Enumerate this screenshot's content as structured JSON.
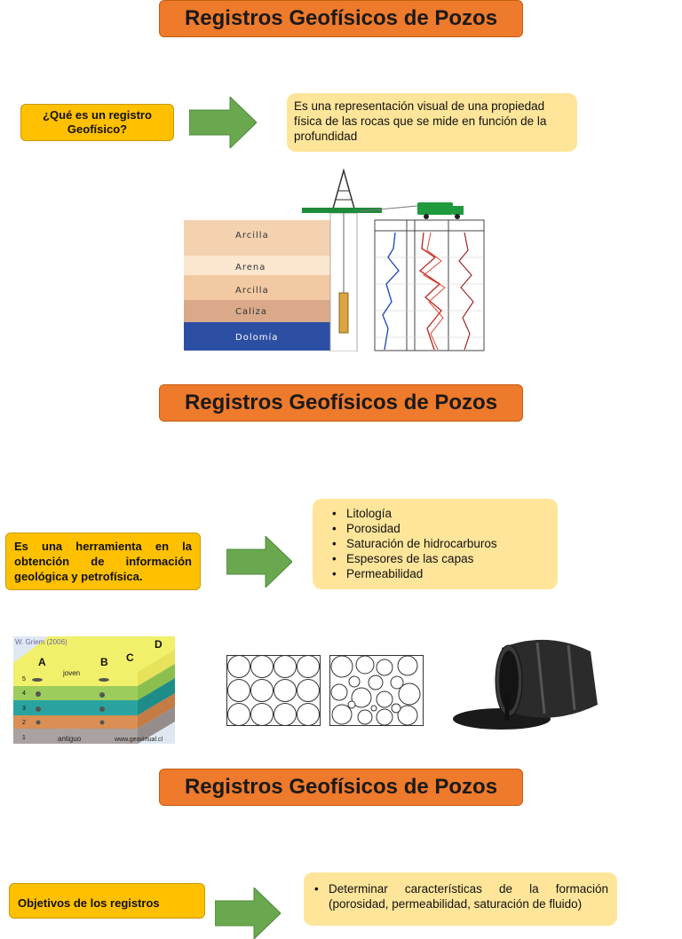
{
  "slide1": {
    "title": "Registros Geofísicos de Pozos",
    "question": "¿Qué es un registro Geofísico?",
    "answer": "Es una representación visual de una propiedad física de las rocas que se mide en función de la profundidad",
    "layers": [
      "Arcilla",
      "Arena",
      "Arcilla",
      "Caliza",
      "Dolomía"
    ]
  },
  "slide2": {
    "title": "Registros Geofísicos de Pozos",
    "statement": "Es una herramienta en la obtención de información geológica y petrofísica.",
    "items": [
      "Litología",
      "Porosidad",
      "Saturación de hidrocarburos",
      "Espesores de las capas",
      "Permeabilidad"
    ],
    "strata": {
      "credit": "W. Griem (2006)",
      "labels": [
        "A",
        "B",
        "C",
        "D"
      ],
      "young": "joven",
      "old": "antiguo",
      "site": "www.geovirtual.cl",
      "layer_numbers": [
        "5",
        "4",
        "3",
        "2",
        "1"
      ]
    }
  },
  "slide3": {
    "title": "Registros Geofísicos de Pozos",
    "objective": "Objetivos de los registros",
    "items": [
      "Determinar características de la formación (porosidad, permeabilidad, saturación de fluido)"
    ]
  },
  "colors": {
    "title_bg": "#ee7a2c",
    "question_bg": "#ffc000",
    "answer_bg": "#ffe59a",
    "arrow": "#6aa84f"
  }
}
